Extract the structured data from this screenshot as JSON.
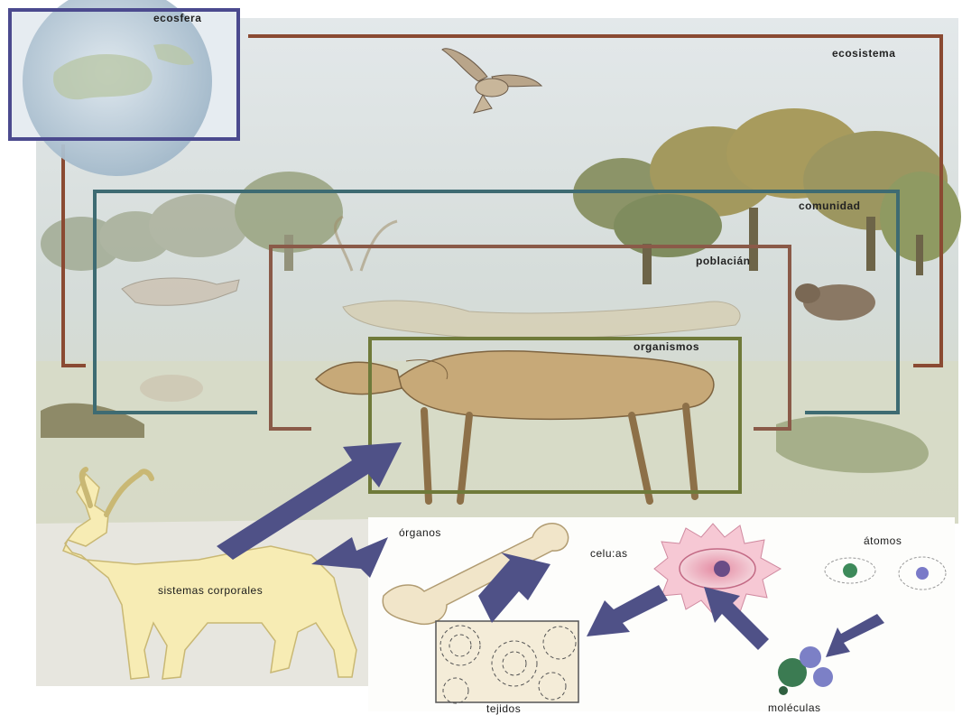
{
  "levels": {
    "ecosfera": "ecosfera",
    "ecosistema": "ecosistema",
    "comunidad": "comunidad",
    "poblacion": "poblacián",
    "organismos": "organismos"
  },
  "parts": {
    "organos": "órganos",
    "celulas": "celu:as",
    "atomos": "átomos",
    "sistemas": "sistemas corporales",
    "tejidos": "tejidos",
    "moleculas": "moléculas"
  },
  "colors": {
    "ecosfera_frame": "#4b4a8e",
    "ecosistema_frame": "#8a4a32",
    "comunidad_frame": "#3e6b72",
    "poblacion_frame": "#8a5a48",
    "organismos_frame": "#6f7a3a",
    "arrow": "#5a5c8e",
    "sky": "#d8dfe2",
    "ground": "#d9dcc6"
  }
}
